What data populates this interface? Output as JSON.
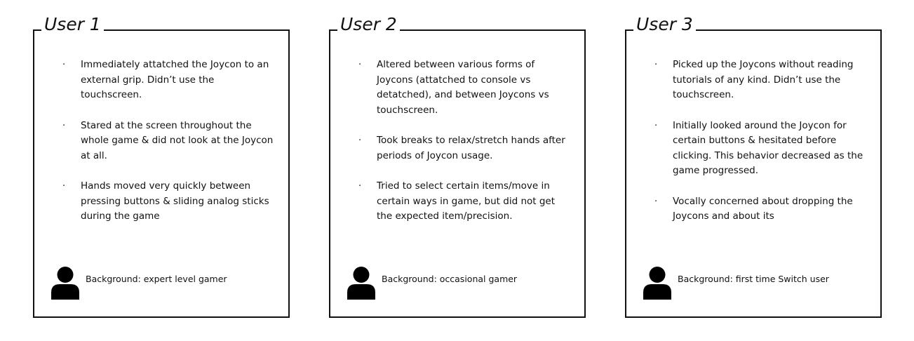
{
  "users": [
    {
      "title": "User 1",
      "notes": [
        "Immediately attatched the Joycon to an external grip. Didn’t use the touchscreen.",
        "Stared at the screen throughout the whole game & did not look at the Joycon at all.",
        "Hands moved very quickly between pressing buttons & sliding analog sticks during the game"
      ],
      "background": "Background: expert level gamer",
      "icon": "person-icon"
    },
    {
      "title": "User 2",
      "notes": [
        "Altered between various forms of Joycons (attatched to console vs detatched), and between Joycons vs touchscreen.",
        "Took breaks to relax/stretch hands after periods of Joycon usage.",
        "Tried to select certain items/move in certain ways in game, but did not get the expected item/precision."
      ],
      "background": "Background: occasional gamer",
      "icon": "person-icon"
    },
    {
      "title": "User 3",
      "notes": [
        "Picked up the Joycons without reading tutorials of any kind. Didn’t use the touchscreen.",
        "Initially looked around the Joycon for certain buttons & hesitated before clicking.  This behavior decreased as the game progressed.",
        "Vocally concerned about dropping  the  Joycons and about its"
      ],
      "background": "Background: first time Switch user",
      "icon": "person-icon"
    }
  ],
  "bullet_glyph": "·"
}
